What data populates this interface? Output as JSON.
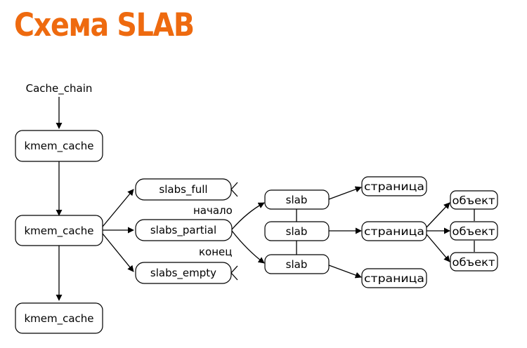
{
  "title": "Схема SLAB",
  "nodes": {
    "cache_chain": "Cache_chain",
    "kmem_cache_1": "kmem_cache",
    "kmem_cache_2": "kmem_cache",
    "kmem_cache_3": "kmem_cache",
    "slabs_full": "slabs_full",
    "slabs_partial": "slabs_partial",
    "slabs_empty": "slabs_empty",
    "slab_1": "slab",
    "slab_2": "slab",
    "slab_3": "slab",
    "page_1": "страница",
    "page_2": "страница",
    "page_3": "страница",
    "object_1": "объект",
    "object_2": "объект",
    "object_3": "объект"
  },
  "labels": {
    "start": "начало",
    "end": "конец"
  },
  "colors": {
    "title": "#ee6a0f"
  }
}
